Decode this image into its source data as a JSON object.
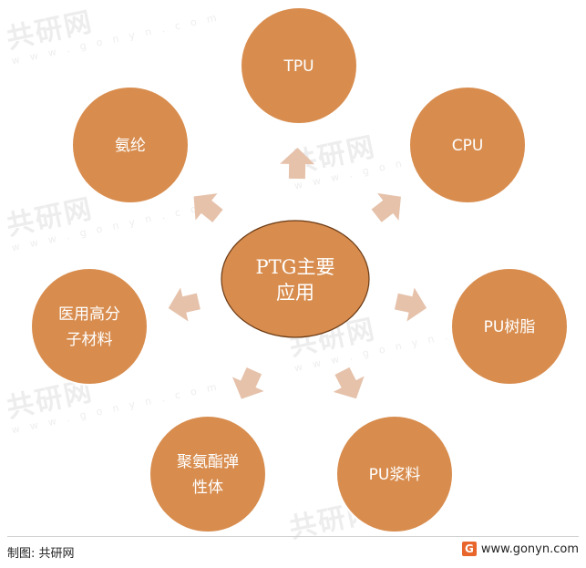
{
  "diagram": {
    "center": {
      "line1": "PTG主要",
      "line2": "应用"
    },
    "nodes": [
      {
        "id": "tpu",
        "lines": [
          "TPU"
        ]
      },
      {
        "id": "cpu",
        "lines": [
          "CPU"
        ]
      },
      {
        "id": "pu-resin",
        "lines": [
          "PU树脂"
        ]
      },
      {
        "id": "pu-slurry",
        "lines": [
          "PU浆料"
        ]
      },
      {
        "id": "elastomer",
        "lines": [
          "聚氨酯弹",
          "性体"
        ]
      },
      {
        "id": "polymer",
        "lines": [
          "医用高分",
          "子材料"
        ]
      },
      {
        "id": "spandex",
        "lines": [
          "氨纶"
        ]
      }
    ],
    "colors": {
      "node": "#d88d4f",
      "center": "#9a5a2a",
      "arrow": "#e6c2ab",
      "text": "#ffffff"
    }
  },
  "watermark": {
    "brand": "共研网",
    "url": "w w w . g o n y n . c o m"
  },
  "footer": {
    "source": "制图: 共研网",
    "logo_icon": "gonyn-logo-icon",
    "website": "www.gonyn.com"
  }
}
